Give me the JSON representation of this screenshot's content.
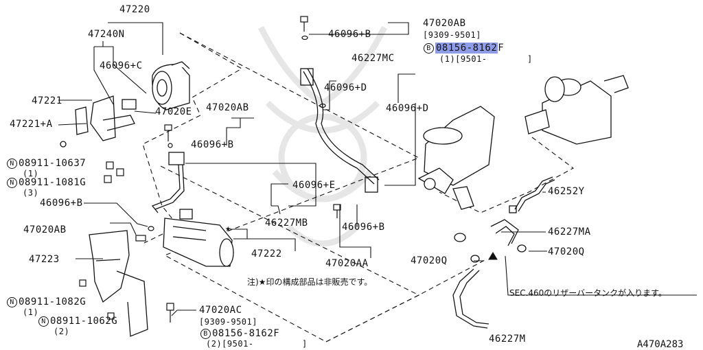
{
  "labels": {
    "p47220": "47220",
    "p47240N": "47240N",
    "p46096C": "46096+C",
    "p47221": "47221",
    "p47221A": "47221+A",
    "p47020E": "47020E",
    "p47020AB_mid": "47020AB",
    "p46096B_mid": "46096+B",
    "n1_mark": "N",
    "n1_part": "08911-10637",
    "n1_qty": "(1)",
    "n2_mark": "N",
    "n2_part": "08911-1081G",
    "n2_qty": "(3)",
    "p46096B_left": "46096+B",
    "p47020AB_left": "47020AB",
    "p47223": "47223",
    "n3_mark": "N",
    "n3_part": "08911-1082G",
    "n3_qty": "(1)",
    "n4_mark": "N",
    "n4_part": "08911-1062G",
    "n4_qty": "(2)",
    "p46096E": "46096+E",
    "p46227MB": "46227MB",
    "p47222": "47222",
    "p47020AC": "47020AC",
    "p47020AC_date": "[9309-9501]",
    "b1_mark": "B",
    "b1_part": "08156-8162F",
    "b1_qty": "(2)[9501-",
    "b1_close": "]",
    "p47020AB_top": "47020AB",
    "p47020AB_top_date": "[9309-9501]",
    "p46096B_top": "46096+B",
    "b2_mark": "B",
    "b2_part_hl": "08156-8162",
    "b2_part_tail": "F",
    "b2_qty": "(1)[9501-",
    "b2_close": "]",
    "p46227MC": "46227MC",
    "p46096D_left": "46096+D",
    "p46096D_right": "46096+D",
    "p46096B_center": "46096+B",
    "p47020AA": "47020AA",
    "p46252Y": "46252Y",
    "p46227MA": "46227MA",
    "p47020Q_right": "47020Q",
    "p47020Q_left": "47020Q",
    "p46227M": "46227M",
    "note_parts": "注)★印の構成部品は非販売です。",
    "sec_note": "SEC.460のリザーバータンクが入ります。",
    "diagram_code": "A470A283"
  },
  "colors": {
    "highlight": "#8f9de8",
    "line": "#111111",
    "watermark": "#e6e6e6"
  }
}
